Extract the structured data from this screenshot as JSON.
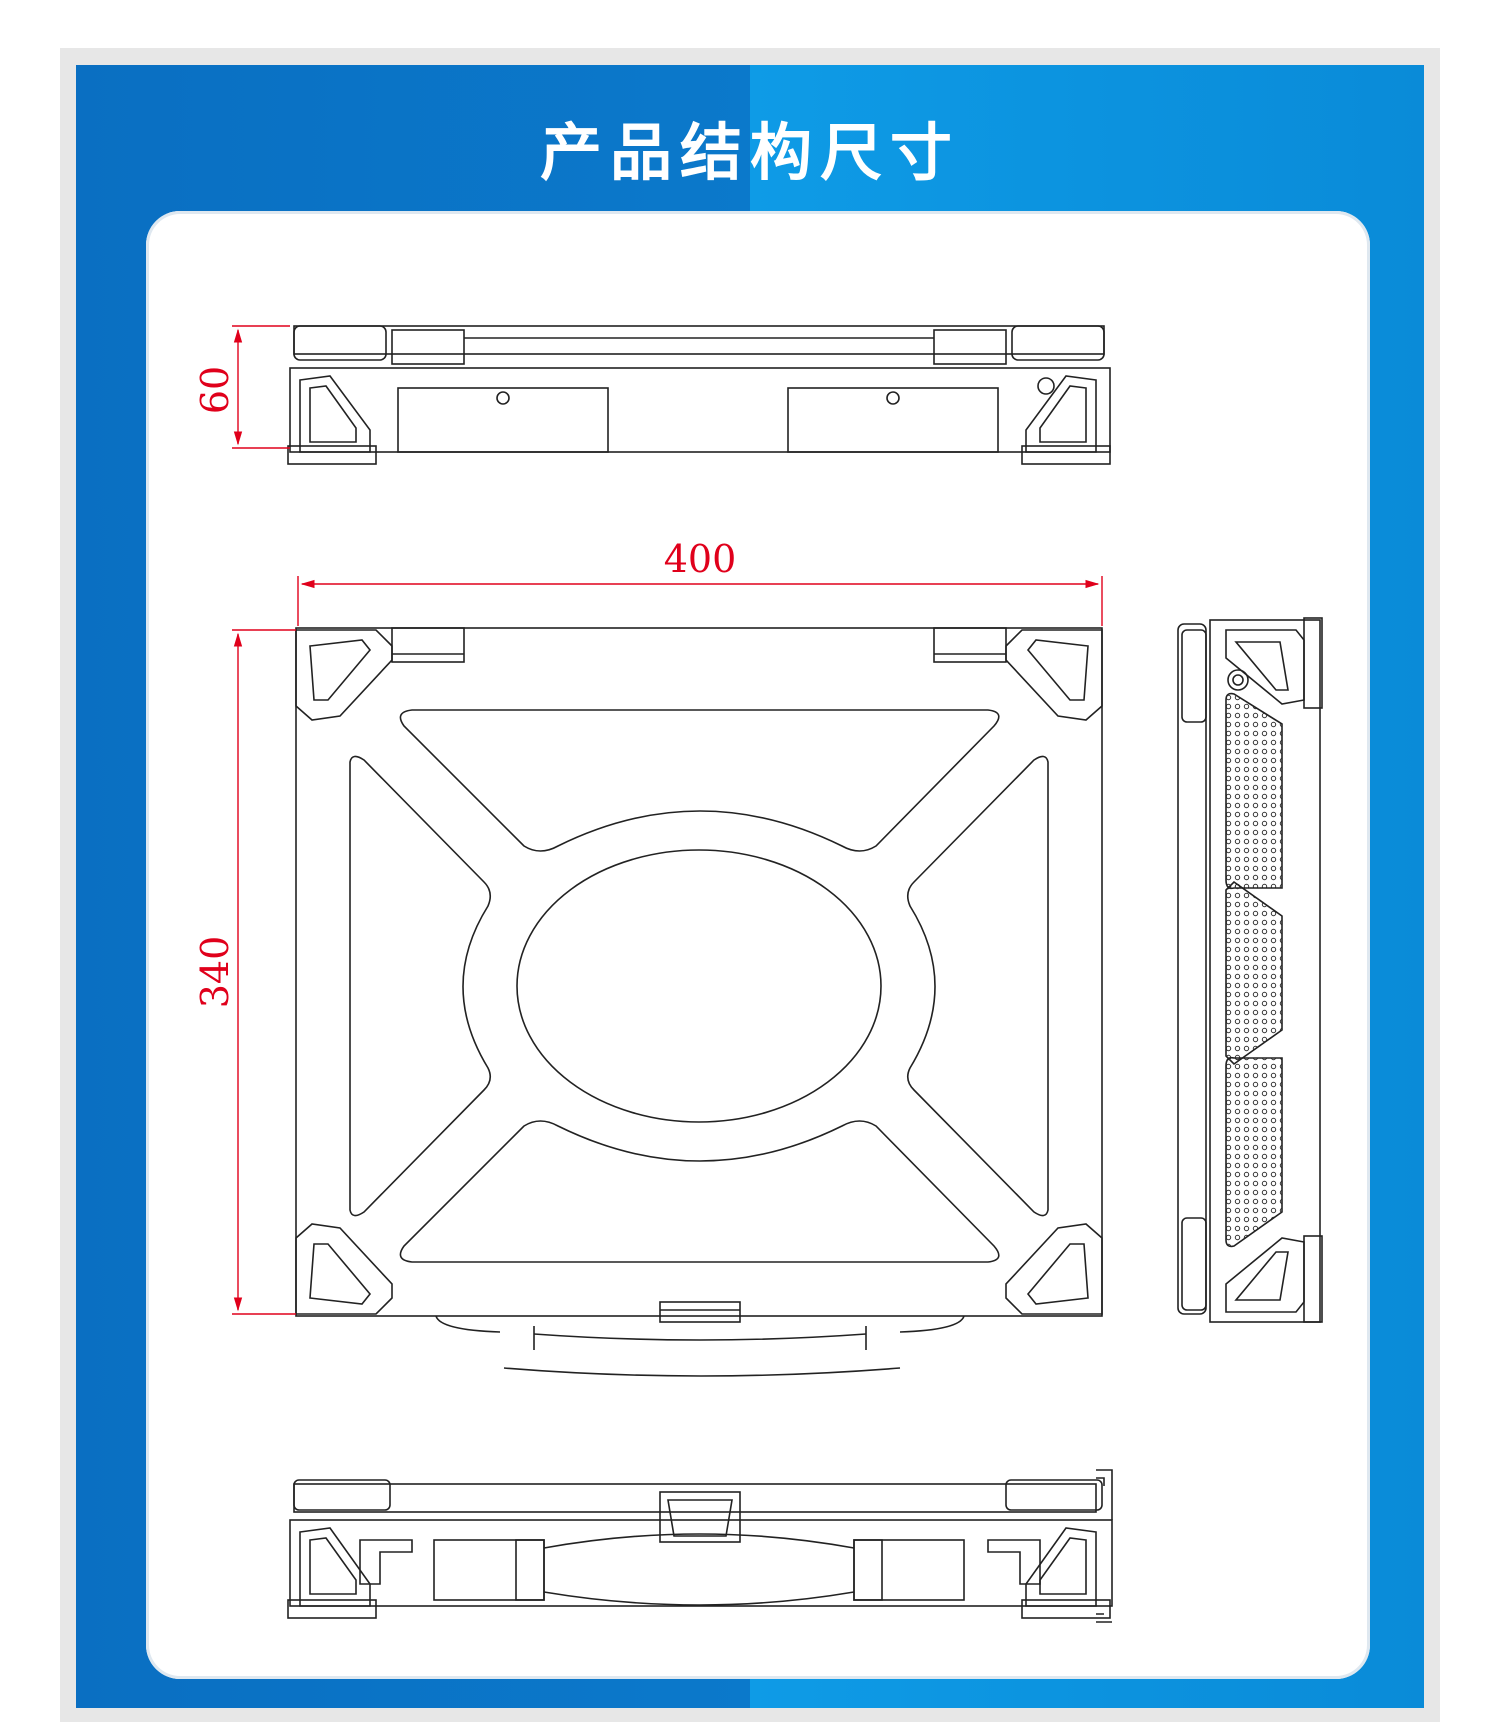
{
  "title": "产品结构尺寸",
  "dimensions": {
    "height": "60",
    "width": "400",
    "depth": "340"
  },
  "colors": {
    "panel_left": "#0b79cb",
    "panel_right": "#0e9be6",
    "dimension_line": "#e0001b",
    "outline": "#222222"
  }
}
